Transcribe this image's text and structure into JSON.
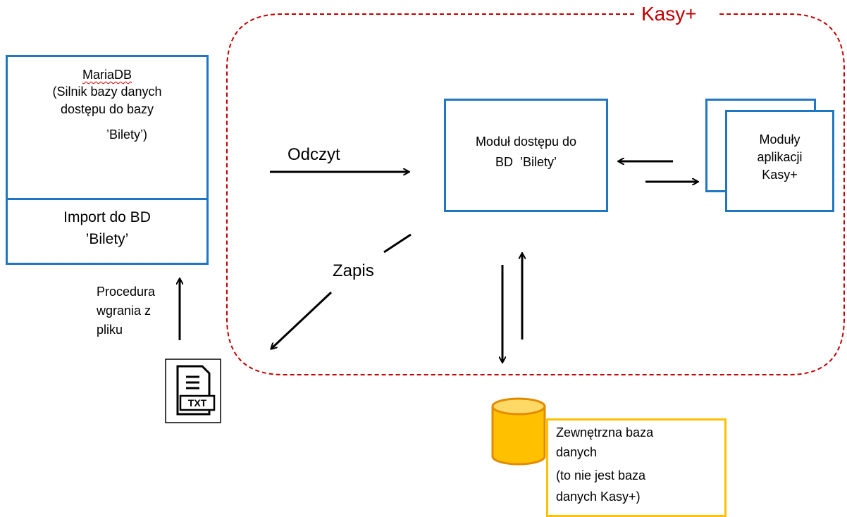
{
  "group": {
    "label": "Kasy+"
  },
  "mariadb_box": {
    "line1": "MariaDB",
    "line2": "(Silnik bazy danych",
    "line3": "dostępu do bazy",
    "line4": "’Bilety’)"
  },
  "import_box": {
    "line1": "Import do BD",
    "line2": "’Bilety’"
  },
  "module_box": {
    "line1": "Moduł dostępu do",
    "line2": "BD  ’Bilety’"
  },
  "app_modules_box": {
    "line1": "Moduły",
    "line2": "aplikacji",
    "line3": "Kasy+"
  },
  "edge_labels": {
    "read": "Odczyt",
    "write": "Zapis"
  },
  "procedure_label": {
    "line1": "Procedura",
    "line2": "wgrania z",
    "line3": "pliku"
  },
  "txt_file": {
    "label": "TXT"
  },
  "external_db": {
    "line1": "Zewnętrzna baza",
    "line2": "danych",
    "line3": "(to nie jest baza",
    "line4": "danych Kasy+)"
  },
  "colors": {
    "box_border": "#1f77c4",
    "group_border": "#c00000",
    "db_fill": "#ffc000",
    "db_stroke": "#e38b00",
    "external_border": "#ffc000"
  }
}
